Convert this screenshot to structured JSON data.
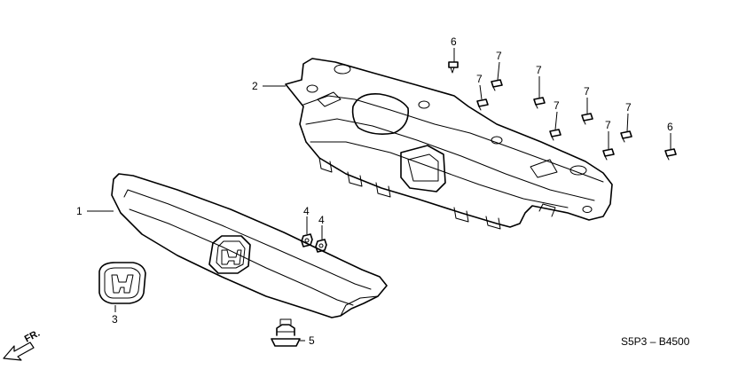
{
  "callouts": {
    "grille": "1",
    "upper_cover": "2",
    "emblem": "3",
    "nut_a": "4",
    "nut_b": "4",
    "clip": "5",
    "screw_top": "6",
    "screw_right": "6",
    "screw_a": "7",
    "screw_b": "7",
    "screw_c": "7",
    "screw_d": "7",
    "screw_e": "7",
    "screw_f": "7",
    "screw_g": "7"
  },
  "direction_label": "FR.",
  "diagram_code": "S5P3 – B4500"
}
